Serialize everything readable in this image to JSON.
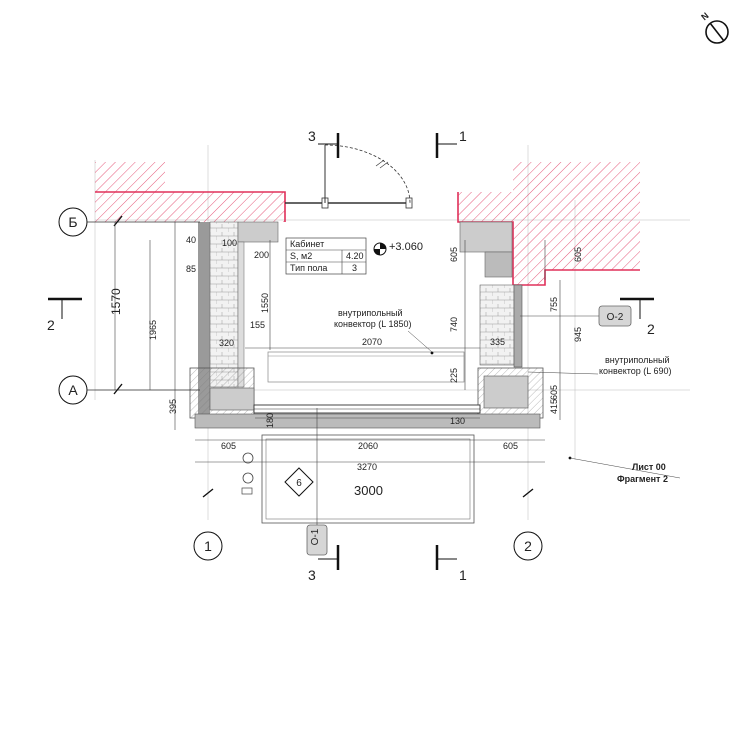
{
  "compass": {
    "north_label": "N"
  },
  "axes": {
    "b_label": "Б",
    "a_label": "А",
    "one_label": "1",
    "two_label": "2"
  },
  "sections": {
    "s1": "1",
    "s2": "2",
    "s3": "3"
  },
  "room": {
    "title": "Кабинет",
    "area_label": "S, м2",
    "area_value": "4.20",
    "floor_label": "Тип пола",
    "floor_value": "3",
    "level": "+3.060"
  },
  "convectors": {
    "main_line1": "внутрипольный",
    "main_line2": "конвектор (L 1850)",
    "side_line1": "внутрипольный",
    "side_line2": "конвектор (L 690)"
  },
  "callouts": {
    "o1": "О-1",
    "o2": "О-2",
    "node6": "6"
  },
  "sheet_ref": {
    "line1": "Лист 00",
    "line2": "Фрагмент 2"
  },
  "dimensions": {
    "d40": "40",
    "d85": "85",
    "d100": "100",
    "d200": "200",
    "d1570": "1570",
    "d1965": "1965",
    "d1550": "1550",
    "d155": "155",
    "d320": "320",
    "d2070": "2070",
    "d335": "335",
    "d395": "395",
    "d180": "180",
    "d130": "130",
    "d605_left": "605",
    "d2060": "2060",
    "d605_right": "605",
    "d3270": "3270",
    "d3000": "3000",
    "d605_top": "605",
    "d740": "740",
    "d225": "225",
    "d605_rt": "605",
    "d755": "755",
    "d945": "945",
    "d605_rb": "605",
    "d415": "415"
  }
}
